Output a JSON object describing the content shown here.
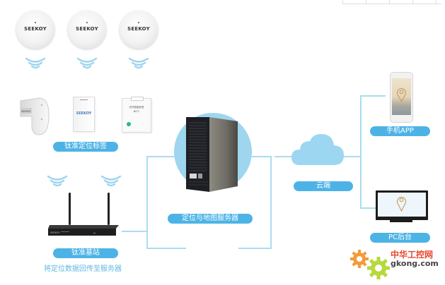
{
  "diagram": {
    "title": "钛准定位系统架构",
    "nodes": {
      "tags": {
        "label": "钛准定位标签",
        "devices": [
          {
            "type": "beacon-puck",
            "brand": "SEEKOY"
          },
          {
            "type": "beacon-puck",
            "brand": "SEEKOY"
          },
          {
            "type": "beacon-puck",
            "brand": "SEEKOY"
          },
          {
            "type": "wristband",
            "brand": "SEEKOY"
          },
          {
            "type": "card-tag",
            "brand": "SEEKOY"
          },
          {
            "type": "badge-tag",
            "text_line1": "光纤智能标签",
            "text_line2": "BLT1"
          }
        ]
      },
      "base_station": {
        "label": "钛准基站",
        "description": "将定位数据回传至服务器",
        "brand": "SEEKOY"
      },
      "server": {
        "label": "定位与地图服务器"
      },
      "cloud": {
        "label": "云端"
      },
      "mobile_app": {
        "label": "手机APP"
      },
      "pc_backend": {
        "label": "PC后台"
      }
    },
    "watermark": {
      "cn": "中华工控网",
      "url": "gkong.com"
    },
    "colors": {
      "pill": "#4db3e6",
      "connector": "#a9dcf0",
      "cloud": "#9dd6f0",
      "pin": "#c9a063",
      "gear_orange": "#f39a3a",
      "gear_green": "#b6d93c",
      "watermark_red": "#e8452c"
    }
  }
}
